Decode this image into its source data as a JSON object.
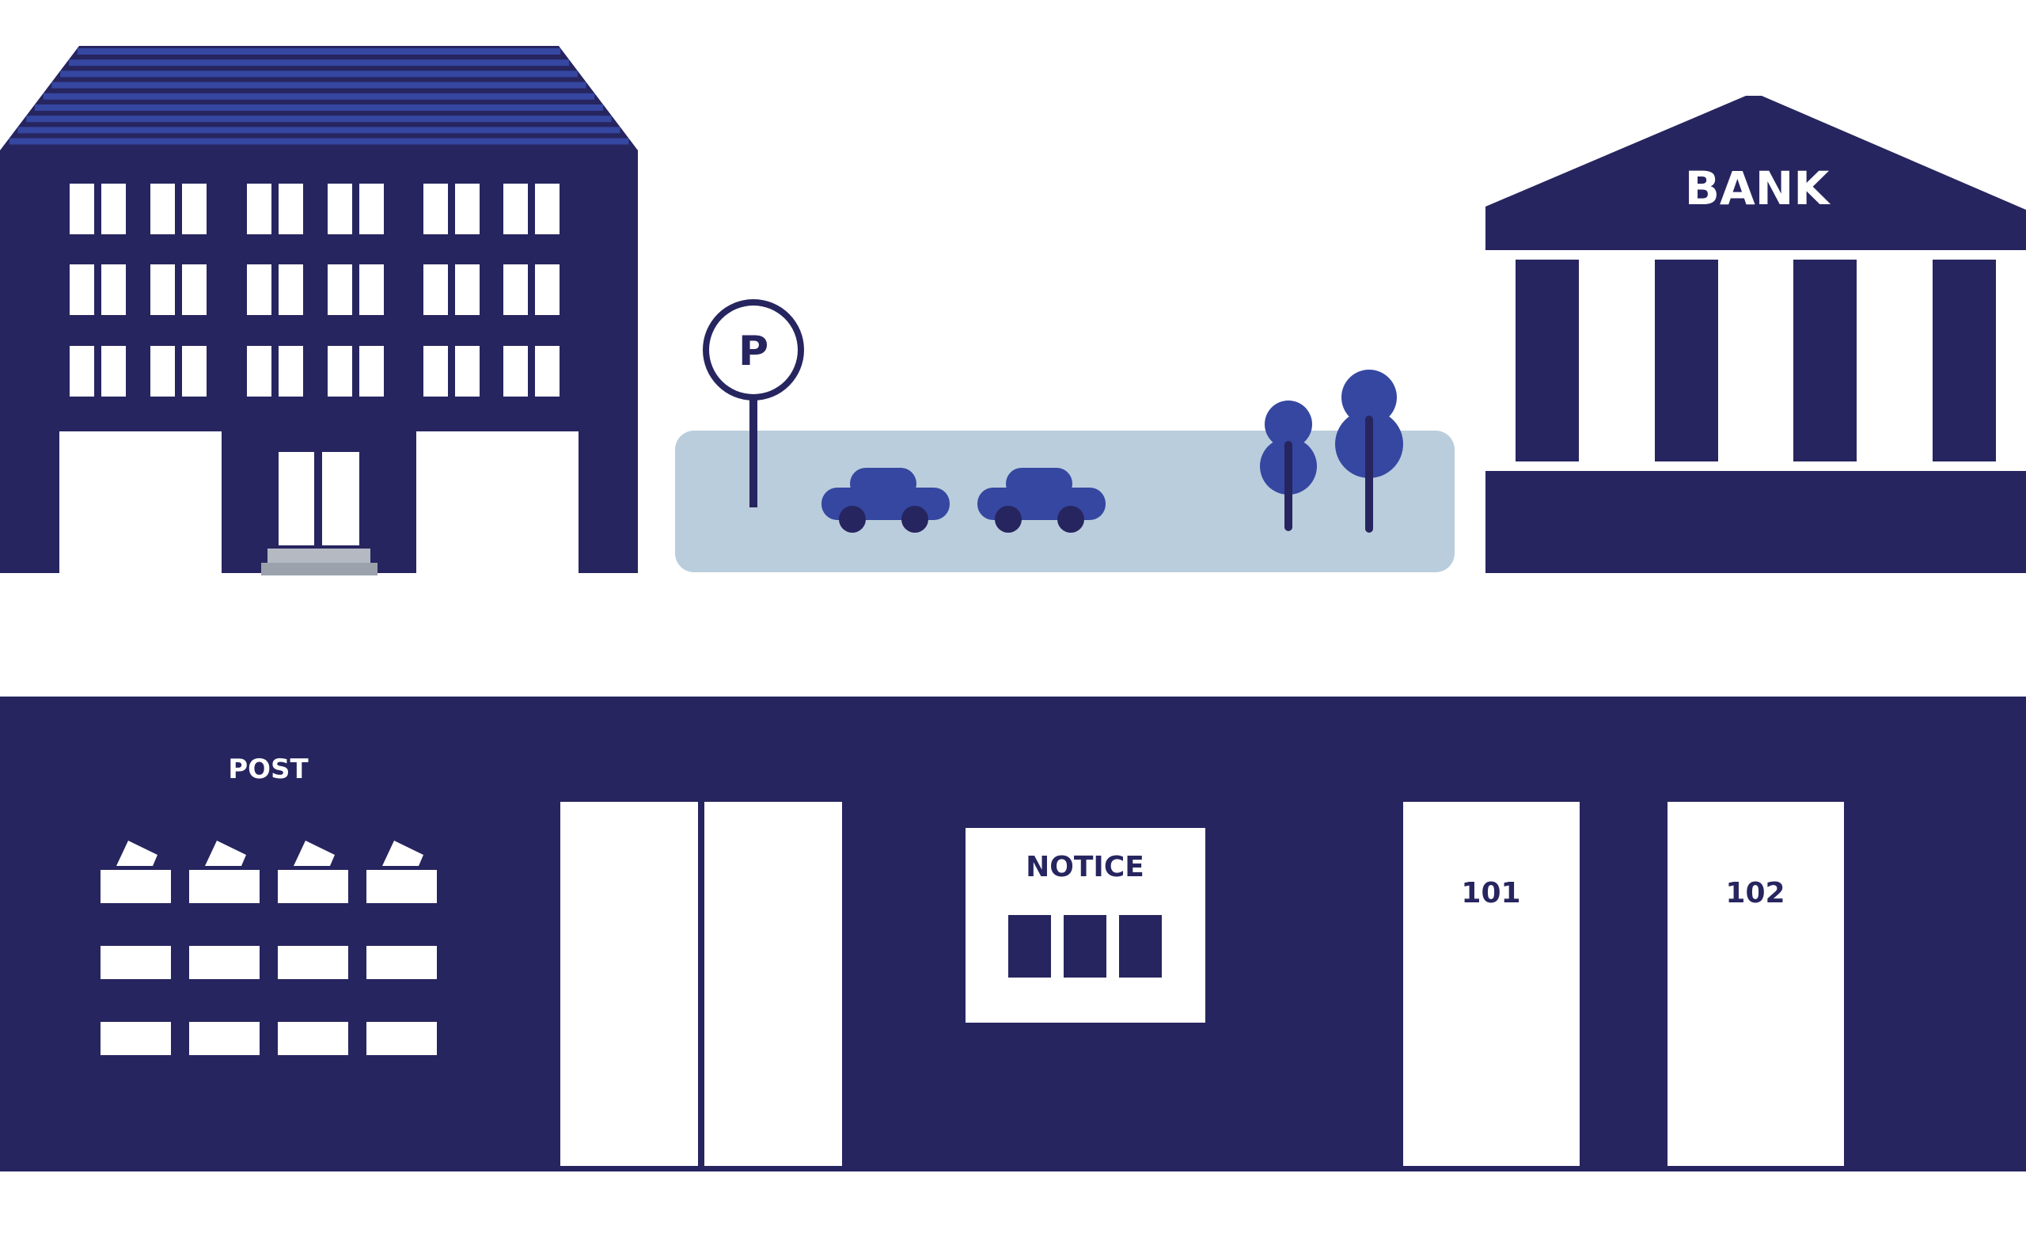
{
  "colors": {
    "navy": "#27255F",
    "royal": "#3547A0",
    "parking_lot": "#BACDDC",
    "steps_light": "#B4B9C2",
    "steps_dark": "#9CA2AB",
    "white": "#FFFFFF"
  },
  "icons": {
    "parking_sign": "parking-sign-icon",
    "car": "car-icon",
    "tree": "tree-icon",
    "envelope": "envelope-icon"
  },
  "parking": {
    "sign_letter": "P"
  },
  "bank": {
    "label": "BANK"
  },
  "lobby": {
    "post_label": "POST",
    "notice_label": "NOTICE",
    "doors": [
      {
        "label": "101"
      },
      {
        "label": "102"
      }
    ]
  }
}
